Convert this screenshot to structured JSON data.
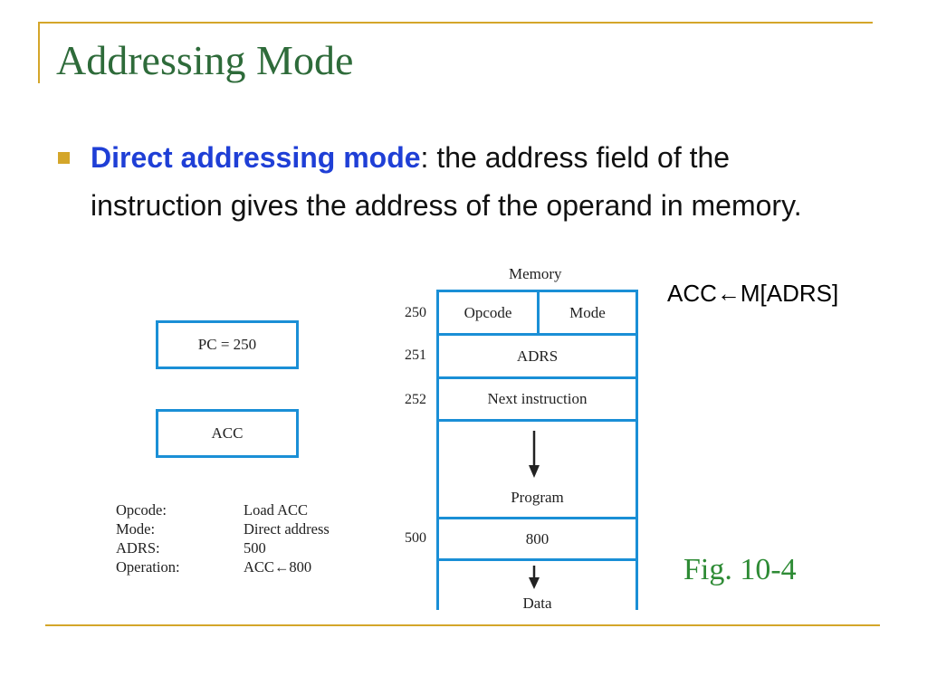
{
  "slide": {
    "title": "Addressing Mode",
    "bullet": {
      "term": "Direct addressing mode",
      "text": ": the address field of the instruction gives the address of the operand in memory."
    },
    "equation": "ACC←M[ADRS]",
    "caption": "Fig. 10-4"
  },
  "diagram": {
    "pc_register": "PC = 250",
    "acc_register": "ACC",
    "info": [
      {
        "label": "Opcode:",
        "value": "Load ACC"
      },
      {
        "label": "Mode:",
        "value": "Direct address"
      },
      {
        "label": "ADRS:",
        "value": "500"
      },
      {
        "label": "Operation:",
        "value": "ACC←800"
      }
    ],
    "memory": {
      "title": "Memory",
      "addresses": [
        "250",
        "251",
        "252",
        "500"
      ],
      "cells": {
        "opcode": "Opcode",
        "mode": "Mode",
        "adrs": "ADRS",
        "next_instruction": "Next instruction",
        "program": "Program",
        "value_500": "800",
        "data": "Data"
      }
    }
  }
}
